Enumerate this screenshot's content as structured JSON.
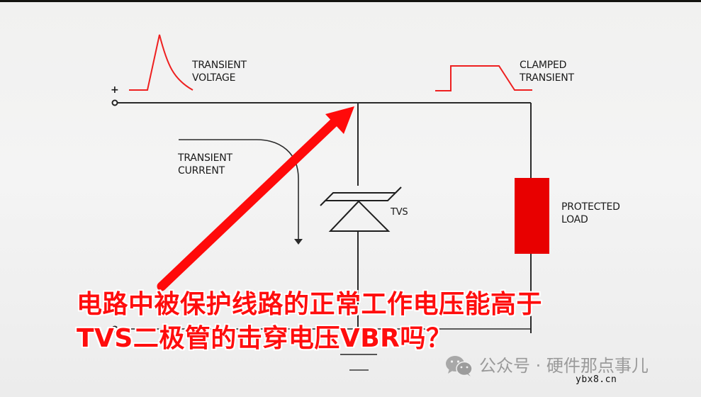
{
  "diagram": {
    "title": "TVS diode transient protection circuit",
    "labels": {
      "transient_voltage": [
        "TRANSIENT",
        "VOLTAGE"
      ],
      "clamped_transient": [
        "CLAMPED",
        "TRANSIENT"
      ],
      "transient_current": [
        "TRANSIENT",
        "CURRENT"
      ],
      "tvs": "TVS",
      "protected_load": [
        "PROTECTED",
        "LOAD"
      ],
      "plus_terminal": "+"
    },
    "colors": {
      "wire": "#2a2a2a",
      "waveform": "#ee2020",
      "load": "#e80000",
      "arrow": "#ff0a0a",
      "caption": "#ff0d0d",
      "watermark": "#9a9a9a",
      "background": "#f2f2f2"
    }
  },
  "caption": {
    "line1": "电路中被保护线路的正常工作电压能高于",
    "line2": "TVS二极管的击穿电压VBR吗？"
  },
  "watermark": {
    "icon": "wechat-icon",
    "text": "公众号 · 硬件那点事儿"
  },
  "site_stamp": "ybx8.cn"
}
